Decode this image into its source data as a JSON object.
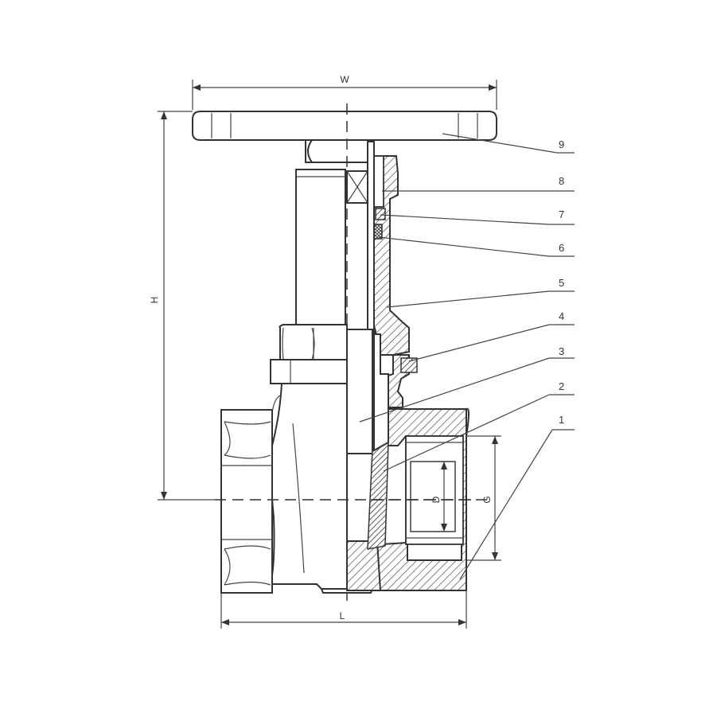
{
  "dimensions": {
    "width": "W",
    "height": "H",
    "length": "L",
    "thread": "G",
    "bore": "D"
  },
  "callouts": [
    "1",
    "2",
    "3",
    "4",
    "5",
    "6",
    "7",
    "8",
    "9"
  ]
}
